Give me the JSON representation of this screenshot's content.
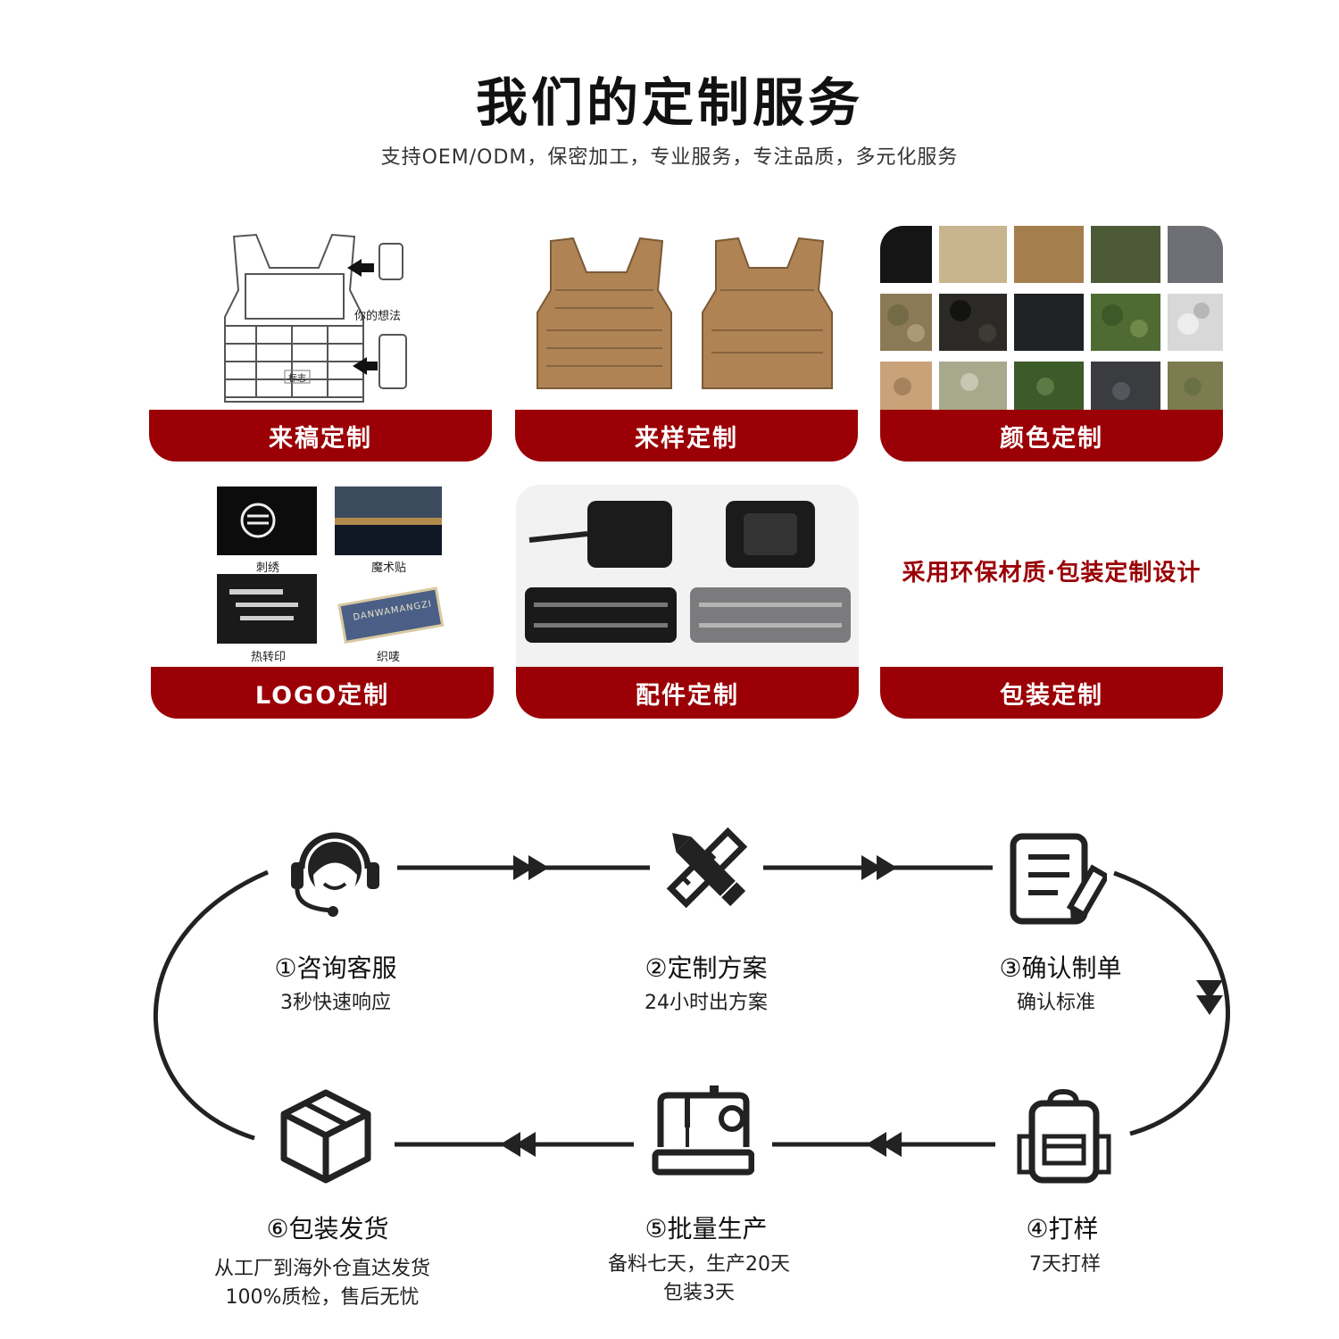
{
  "header": {
    "title": "我们的定制服务",
    "subtitle": "支持OEM/ODM，保密加工，专业服务，专注品质，多元化服务"
  },
  "cards": {
    "drawing": {
      "label": "来稿定制",
      "note_idea": "你的想法",
      "note_logo": "标志"
    },
    "sample": {
      "label": "来样定制"
    },
    "color": {
      "label": "颜色定制"
    },
    "logo": {
      "label": "LOGO定制",
      "items": [
        "刺绣",
        "魔术贴",
        "热转印",
        "织唛"
      ],
      "tag_text": "DANWAMANGZI"
    },
    "parts": {
      "label": "配件定制"
    },
    "packaging": {
      "label": "包装定制",
      "text": "采用环保材质·包装定制设计"
    }
  },
  "process": {
    "steps": [
      {
        "title": "①咨询客服",
        "sub": [
          "3秒快速响应"
        ],
        "icon": "headset-agent-icon"
      },
      {
        "title": "②定制方案",
        "sub": [
          "24小时出方案"
        ],
        "icon": "pencil-ruler-icon"
      },
      {
        "title": "③确认制单",
        "sub": [
          "确认标准"
        ],
        "icon": "document-edit-icon"
      },
      {
        "title": "④打样",
        "sub": [
          "7天打样"
        ],
        "icon": "backpack-icon"
      },
      {
        "title": "⑤批量生产",
        "sub": [
          "备料七天，生产20天",
          "包装3天"
        ],
        "icon": "sewing-machine-icon"
      },
      {
        "title": "⑥包装发货",
        "sub": [
          "从工厂到海外仓直达发货",
          "100%质检，售后无忧"
        ],
        "icon": "package-box-icon"
      }
    ]
  },
  "colors": {
    "accent": "#9a0005",
    "swatches_row1": [
      "#151515",
      "#c8b48e",
      "#a47e4c",
      "#4d5a37",
      "#6d6f74"
    ]
  }
}
